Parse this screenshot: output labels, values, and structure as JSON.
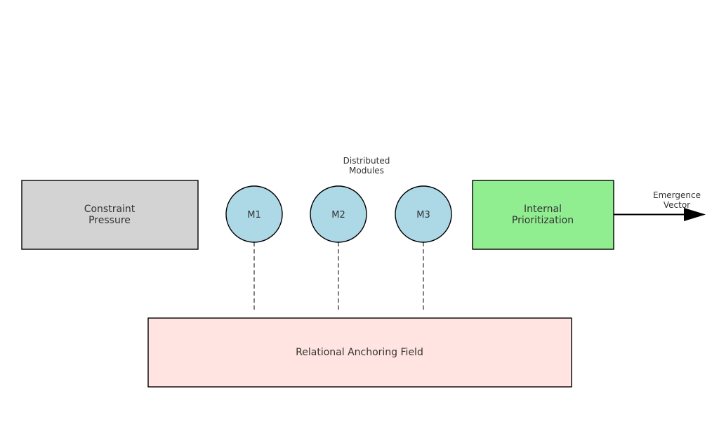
{
  "diagram": {
    "boxes": {
      "constraint_pressure": {
        "lines": [
          "Constraint",
          "Pressure"
        ],
        "fill": "#d3d3d3"
      },
      "internal_prioritization": {
        "lines": [
          "Internal",
          "Prioritization"
        ],
        "fill": "#90ee90"
      },
      "relational_anchoring_field": {
        "label": "Relational Anchoring Field",
        "fill": "#ffe4e1"
      }
    },
    "modules": {
      "caption": [
        "Distributed",
        "Modules"
      ],
      "fill": "#add8e6",
      "items": [
        "M1",
        "M2",
        "M3"
      ]
    },
    "emergence_vector": {
      "lines": [
        "Emergence",
        "Vector"
      ]
    },
    "colors": {
      "stroke": "#000000",
      "dash": "#808080",
      "text": "#333333"
    }
  }
}
